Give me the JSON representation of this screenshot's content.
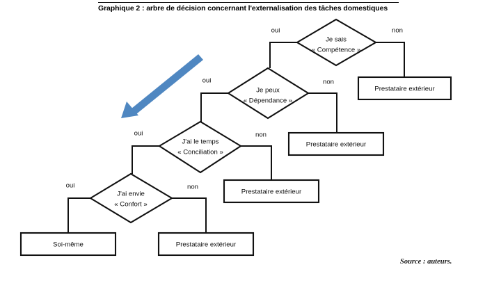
{
  "figure": {
    "title": "Graphique 2 : arbre de décision concernant l'externalisation des tâches domestiques",
    "source": "Source : auteurs.",
    "accent_color": "#4F87C1",
    "line_color": "#111111",
    "background": "#ffffff"
  },
  "chart_data": {
    "type": "diagram",
    "subtype": "decision-tree-flowchart",
    "title": "Graphique 2 : arbre de décision concernant l'externalisation des tâches domestiques",
    "decisions": [
      {
        "id": "competence",
        "line1": "Je sais",
        "line2": "« Compétence »",
        "yes_label": "oui",
        "no_label": "non",
        "yes_target": "dependance",
        "no_target": "out_competence"
      },
      {
        "id": "dependance",
        "line1": "Je peux",
        "line2": "« Dépendance »",
        "yes_label": "oui",
        "no_label": "non",
        "yes_target": "conciliation",
        "no_target": "out_dependance"
      },
      {
        "id": "conciliation",
        "line1": "J'ai le temps",
        "line2": "« Conciliation »",
        "yes_label": "oui",
        "no_label": "non",
        "yes_target": "confort",
        "no_target": "out_conciliation"
      },
      {
        "id": "confort",
        "line1": "J'ai envie",
        "line2": "« Confort »",
        "yes_label": "oui",
        "no_label": "non",
        "yes_target": "out_soi_meme",
        "no_target": "out_confort"
      }
    ],
    "outcomes": [
      {
        "id": "out_competence",
        "label": "Prestataire extérieur"
      },
      {
        "id": "out_dependance",
        "label": "Prestataire extérieur"
      },
      {
        "id": "out_conciliation",
        "label": "Prestataire extérieur"
      },
      {
        "id": "out_soi_meme",
        "label": "Soi-même"
      },
      {
        "id": "out_confort",
        "label": "Prestataire extérieur"
      }
    ],
    "annotations": [
      {
        "id": "flow-arrow",
        "kind": "arrow",
        "direction": "down-left",
        "color": "#4F87C1"
      }
    ]
  },
  "diamonds": {
    "competence": {
      "line1": "Je sais",
      "line2": "« Compétence »"
    },
    "dependance": {
      "line1": "Je peux",
      "line2": "« Dépendance »"
    },
    "conciliation": {
      "line1": "J'ai le temps",
      "line2": "« Conciliation »"
    },
    "confort": {
      "line1": "J'ai envie",
      "line2": "« Confort »"
    }
  },
  "boxes": {
    "out_competence": "Prestataire extérieur",
    "out_dependance": "Prestataire extérieur",
    "out_conciliation": "Prestataire extérieur",
    "out_soi_meme": "Soi-même",
    "out_confort": "Prestataire extérieur"
  },
  "labels": {
    "competence_yes": "oui",
    "competence_no": "non",
    "dependance_yes": "oui",
    "dependance_no": "non",
    "conciliation_yes": "oui",
    "conciliation_no": "non",
    "confort_yes": "oui",
    "confort_no": "non"
  }
}
